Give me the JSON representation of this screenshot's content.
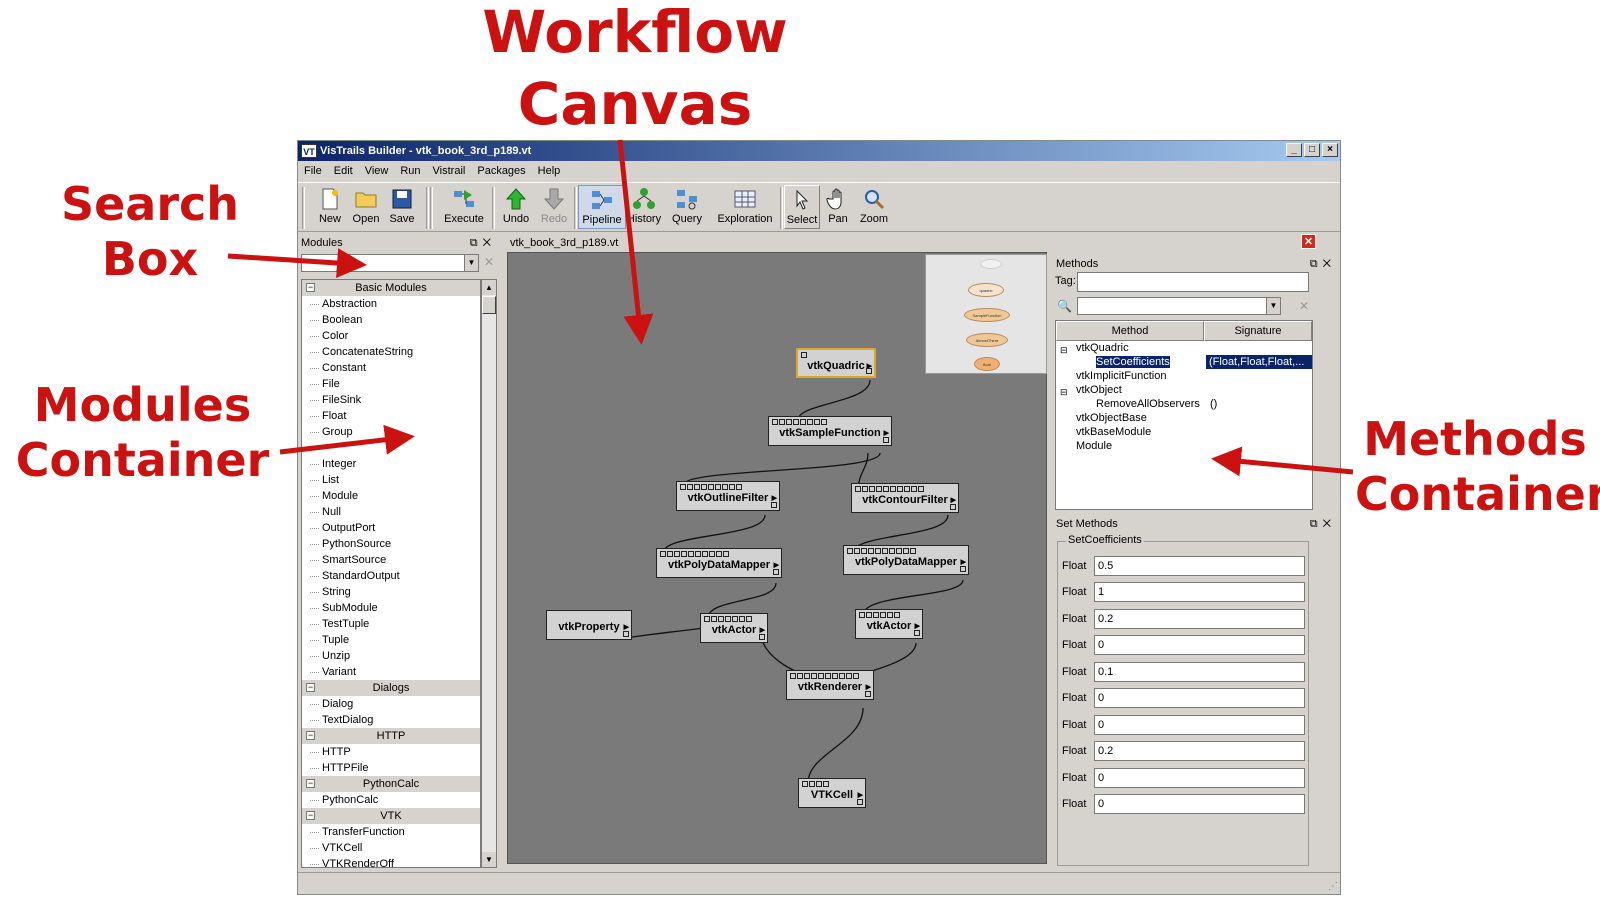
{
  "annotations": {
    "workflow_canvas": "Workflow\nCanvas",
    "search_box": "Search\nBox",
    "modules_container": "Modules\nContainer",
    "methods_container": "Methods\nContainer"
  },
  "window": {
    "title": "VisTrails Builder - vtk_book_3rd_p189.vt",
    "app_icon": "VT"
  },
  "menu": [
    "File",
    "Edit",
    "View",
    "Run",
    "Vistrail",
    "Packages",
    "Help"
  ],
  "toolbar": {
    "new": "New",
    "open": "Open",
    "save": "Save",
    "execute": "Execute",
    "undo": "Undo",
    "redo": "Redo",
    "pipeline": "Pipeline",
    "history": "History",
    "query": "Query",
    "exploration": "Exploration",
    "select": "Select",
    "pan": "Pan",
    "zoom": "Zoom"
  },
  "modules_panel": {
    "title": "Modules",
    "groups": [
      {
        "name": "Basic Modules",
        "items": [
          "Abstraction",
          "Boolean",
          "Color",
          "ConcatenateString",
          "Constant",
          "File",
          "FileSink",
          "Float",
          "Group",
          "",
          "Integer",
          "List",
          "Module",
          "Null",
          "OutputPort",
          "PythonSource",
          "SmartSource",
          "StandardOutput",
          "String",
          "SubModule",
          "TestTuple",
          "Tuple",
          "Unzip",
          "Variant"
        ]
      },
      {
        "name": "Dialogs",
        "items": [
          "Dialog",
          "TextDialog"
        ]
      },
      {
        "name": "HTTP",
        "items": [
          "HTTP",
          "HTTPFile"
        ]
      },
      {
        "name": "PythonCalc",
        "items": [
          "PythonCalc"
        ]
      },
      {
        "name": "VTK",
        "items": [
          "TransferFunction",
          "VTKCell",
          "VTKRenderOff"
        ]
      }
    ]
  },
  "canvas": {
    "tab": "vtk_book_3rd_p189.vt",
    "nodes": {
      "vtkQuadric": "vtkQuadric",
      "vtkSampleFunction": "vtkSampleFunction",
      "vtkOutlineFilter": "vtkOutlineFilter",
      "vtkContourFilter": "vtkContourFilter",
      "vtkPolyDataMapper1": "vtkPolyDataMapper",
      "vtkPolyDataMapper2": "vtkPolyDataMapper",
      "vtkProperty": "vtkProperty",
      "vtkActor1": "vtkActor",
      "vtkActor2": "vtkActor",
      "vtkRenderer": "vtkRenderer",
      "VTKCell": "VTKCell"
    },
    "minimap_labels": [
      "quadric",
      "SampleFunction",
      "AlmostThere",
      "float"
    ]
  },
  "methods_panel": {
    "title": "Methods",
    "tag_label": "Tag:",
    "col_method": "Method",
    "col_signature": "Signature",
    "rows": [
      {
        "name": "vtkQuadric",
        "level": 0,
        "expand": "-"
      },
      {
        "name": "SetCoefficients",
        "level": 1,
        "sig": "(Float,Float,Float,..."
      },
      {
        "name": "vtkImplicitFunction",
        "level": 0
      },
      {
        "name": "vtkObject",
        "level": 0,
        "expand": "-"
      },
      {
        "name": "RemoveAllObservers",
        "level": 1,
        "sig": "()"
      },
      {
        "name": "vtkObjectBase",
        "level": 0
      },
      {
        "name": "vtkBaseModule",
        "level": 0
      },
      {
        "name": "Module",
        "level": 0
      }
    ]
  },
  "set_methods": {
    "title": "Set Methods",
    "method": "SetCoefficients",
    "param_label": "Float",
    "values": [
      "0.5",
      "1",
      "0.2",
      "0",
      "0.1",
      "0",
      "0",
      "0.2",
      "0",
      "0"
    ]
  },
  "colors": {
    "annotation": "#cc1111",
    "canvas": "#7a7a7a",
    "selected_node": "#e0a526"
  }
}
